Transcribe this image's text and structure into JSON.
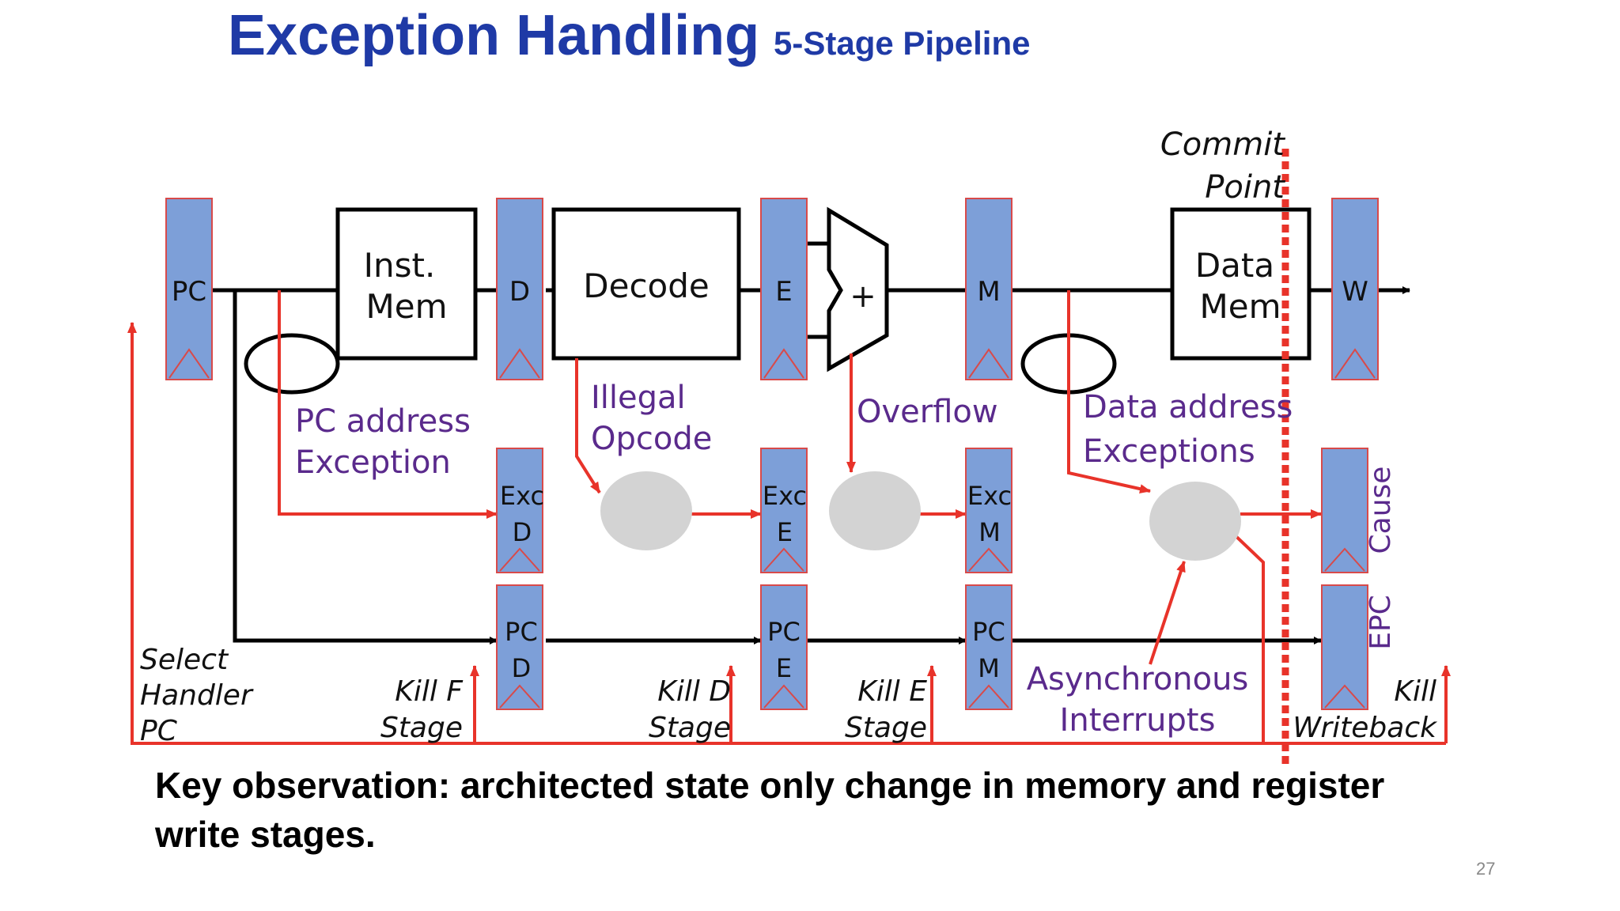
{
  "title": {
    "main": "Exception Handling",
    "sub": "5-Stage Pipeline"
  },
  "colors": {
    "title": "#1f3aa6",
    "register": "#7d9fd8",
    "register_border": "#d84a4a",
    "wire": "#000000",
    "control": "#e8332a",
    "exception_label": "#5a2a8c",
    "exception_merge": "#d3d3d3"
  },
  "pipeline": {
    "registers": {
      "pc": "PC",
      "d": "D",
      "e": "E",
      "m": "M",
      "w": "W"
    },
    "units": {
      "inst_mem": [
        "Inst.",
        "Mem"
      ],
      "decode": "Decode",
      "alu": "+",
      "data_mem": [
        "Data",
        "Mem"
      ]
    },
    "exc_registers": {
      "d": [
        "Exc",
        "D"
      ],
      "e": [
        "Exc",
        "E"
      ],
      "m": [
        "Exc",
        "M"
      ]
    },
    "pc_registers": {
      "d": [
        "PC",
        "D"
      ],
      "e": [
        "PC",
        "E"
      ],
      "m": [
        "PC",
        "M"
      ]
    },
    "cause": "Cause",
    "epc": "EPC"
  },
  "commit_point": [
    "Commit",
    "Point"
  ],
  "exception_sources": {
    "pc_address": [
      "PC address",
      "Exception"
    ],
    "illegal_opcode": [
      "Illegal",
      "Opcode"
    ],
    "overflow": "Overflow",
    "data_address": [
      "Data address",
      "Exceptions"
    ],
    "async_interrupts": [
      "Asynchronous",
      "Interrupts"
    ]
  },
  "control_labels": {
    "select_handler": [
      "Select",
      "Handler",
      "PC"
    ],
    "kill_f": [
      "Kill F",
      "Stage"
    ],
    "kill_d": [
      "Kill D",
      "Stage"
    ],
    "kill_e": [
      "Kill E",
      "Stage"
    ],
    "kill_w": [
      "Kill",
      "Writeback"
    ]
  },
  "key_observation": "Key observation: architected state only change in memory and register write stages.",
  "page_number": "27"
}
